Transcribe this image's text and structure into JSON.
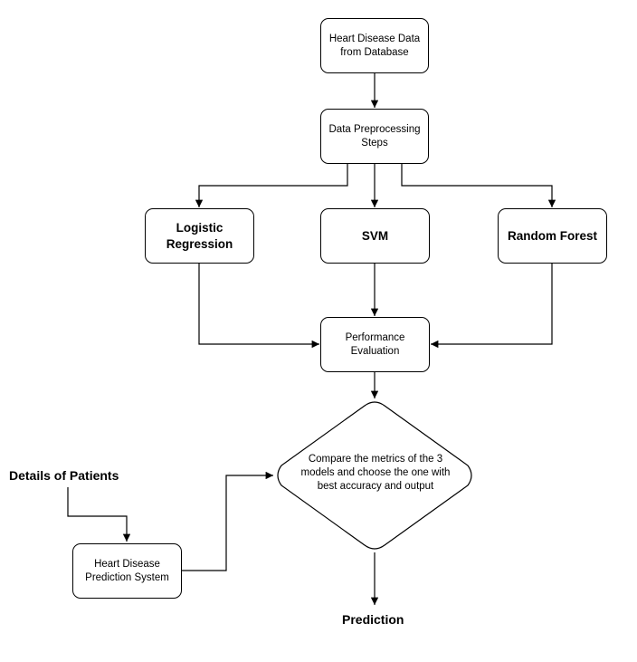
{
  "nodes": {
    "source": "Heart Disease Data from Database",
    "preprocessing": "Data Preprocessing Steps",
    "logistic": "Logistic Regression",
    "svm": "SVM",
    "random_forest": "Random Forest",
    "evaluation": "Performance Evaluation",
    "decision": "Compare the metrics of the 3 models and choose the one with best accuracy and output",
    "prediction_system": "Heart Disease Prediction System"
  },
  "labels": {
    "patients": "Details of Patients",
    "prediction": "Prediction"
  }
}
